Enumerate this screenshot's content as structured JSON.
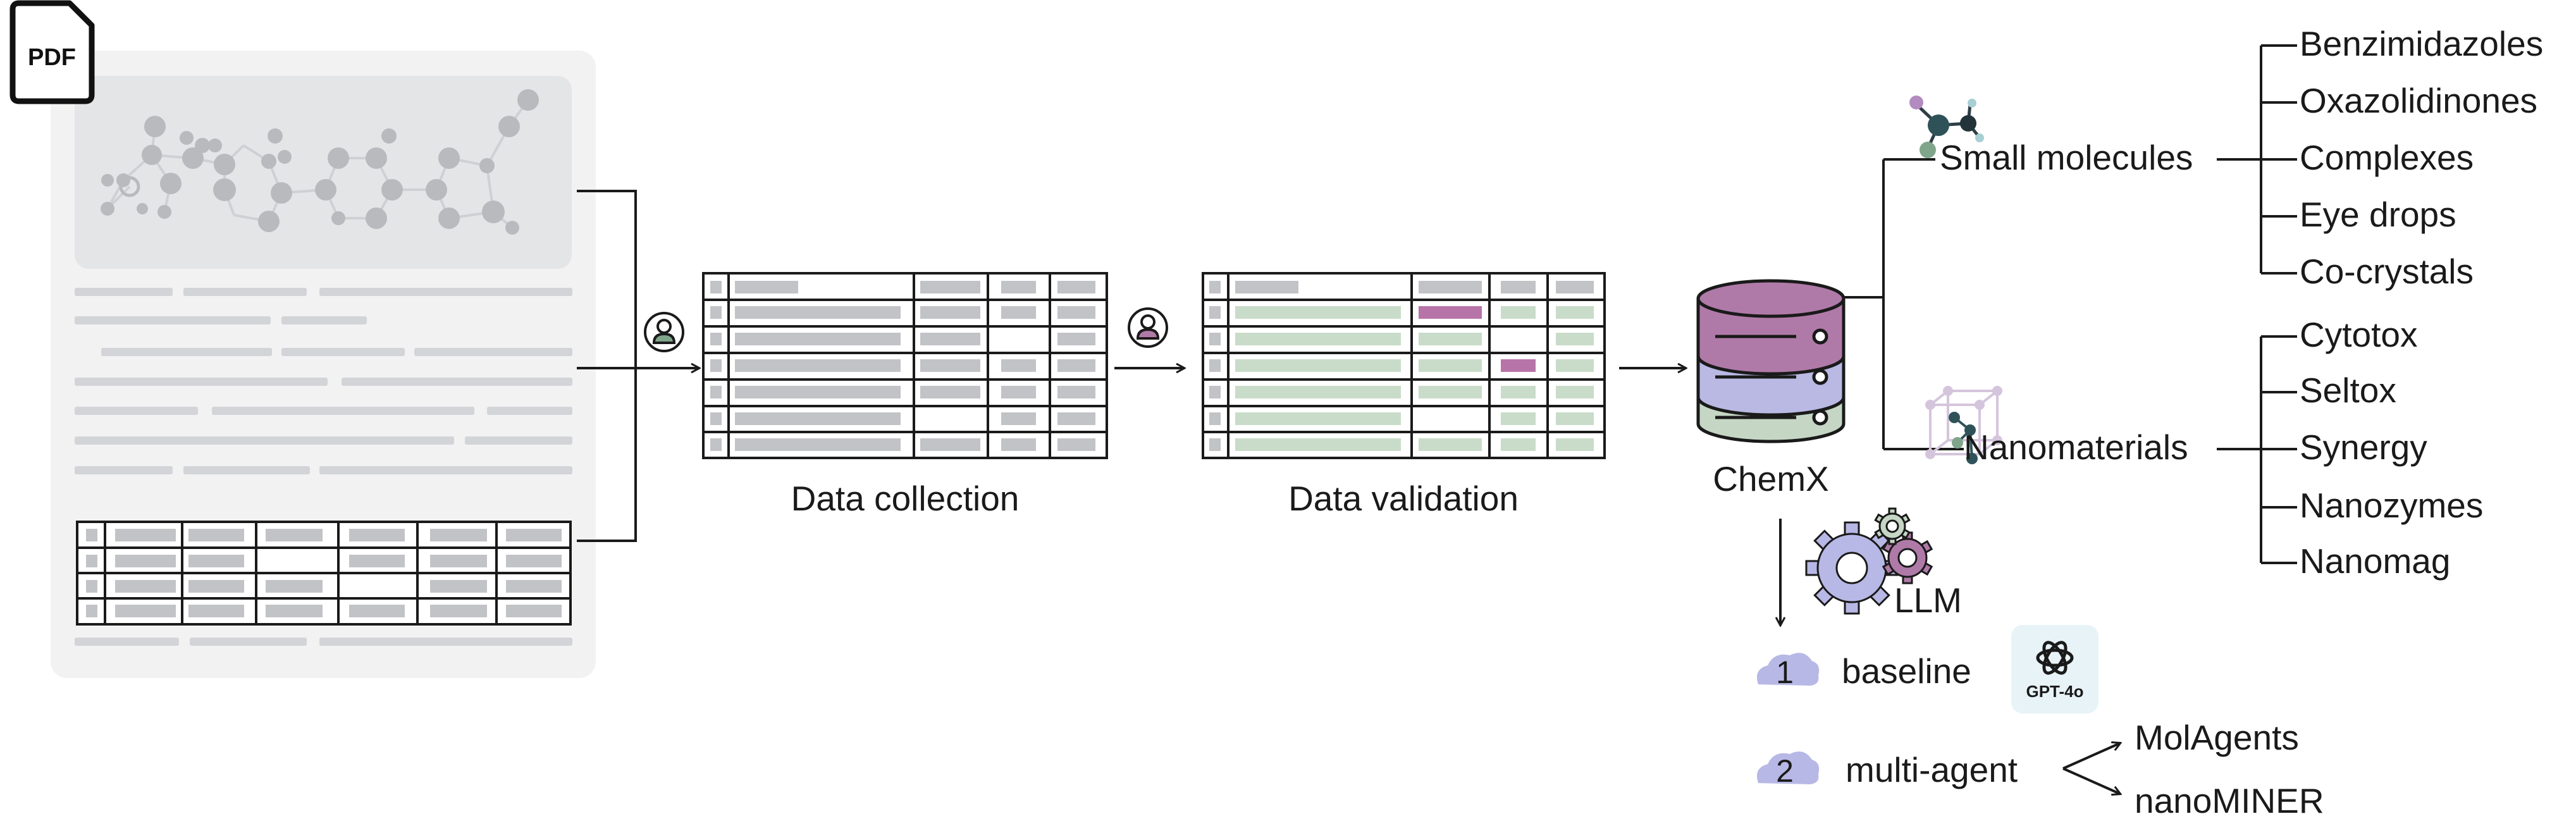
{
  "pdf_icon_text": "PDF",
  "pipeline": {
    "collection_label": "Data collection",
    "validation_label": "Data validation",
    "database_label": "ChemX"
  },
  "small_molecules": {
    "label": "Small molecules",
    "items": [
      "Benzimidazoles",
      "Oxazolidinones",
      "Complexes",
      "Eye drops",
      "Co-crystals"
    ]
  },
  "nanomaterials": {
    "label": "Nanomaterials",
    "items": [
      "Cytotox",
      "Seltox",
      "Synergy",
      "Nanozymes",
      "Nanomag"
    ]
  },
  "llm": {
    "label": "LLM",
    "approaches": [
      {
        "number": "1",
        "label": "baseline",
        "badge": "GPT-4o"
      },
      {
        "number": "2",
        "label": "multi-agent",
        "targets": [
          "MolAgents",
          "nanoMINER"
        ]
      }
    ]
  },
  "colors": {
    "outline": "#1a1a1a",
    "doc_bg": "#f2f2f3",
    "doc_panel": "#e4e5e7",
    "placeholder_bar": "#c2c3c7",
    "validated_bar": "#c9dcc9",
    "flagged_bar": "#b774a8",
    "db_top": "#b07aa8",
    "db_mid": "#b9b9e4",
    "db_bottom": "#c5d6c5",
    "gear": "#b8b8e6",
    "cloud": "#b8b8e6"
  }
}
